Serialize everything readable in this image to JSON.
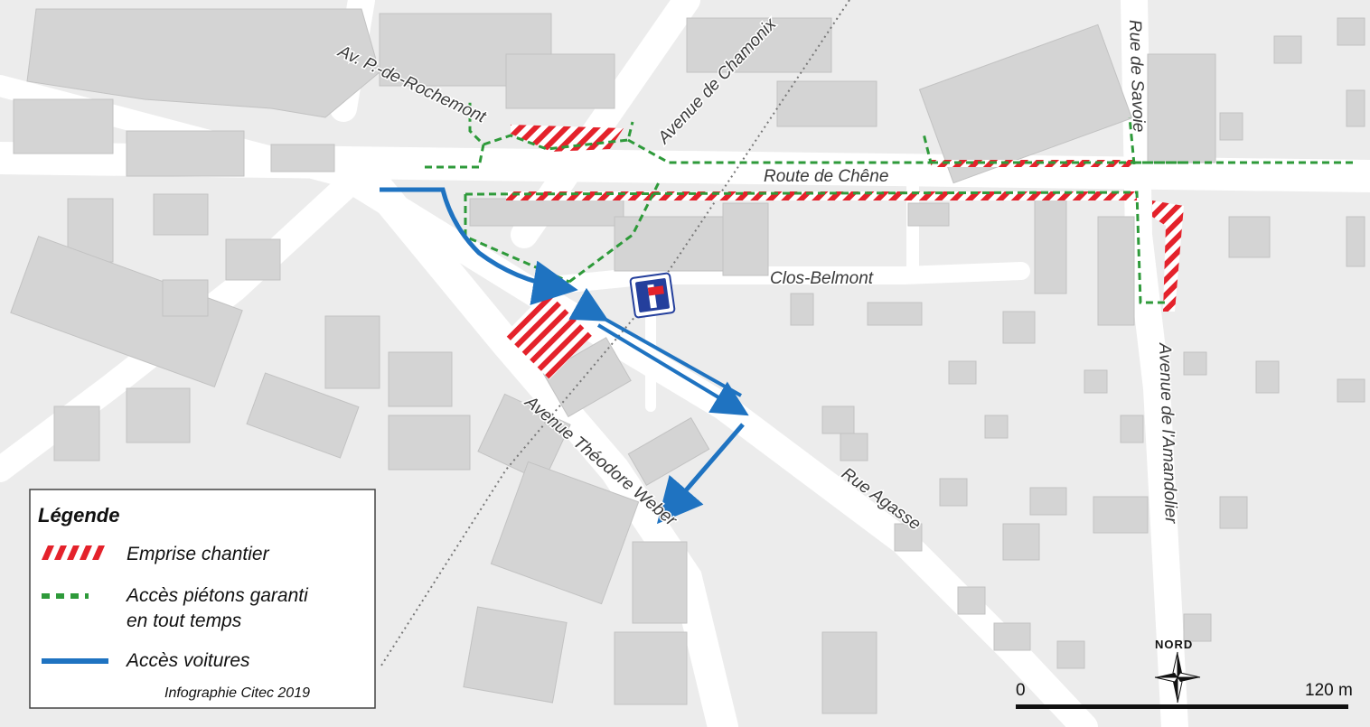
{
  "streets": {
    "rochemont": "Av. P.-de-Rochemont",
    "chamonix": "Avenue de Chamonix",
    "savoie": "Rue de Savoie",
    "chene": "Route de Chêne",
    "closBelmont": "Clos-Belmont",
    "theodoreWeber": "Avenue Théodore Weber",
    "agasse": "Rue Agasse",
    "amandolier": "Avenue de l'Amandolier"
  },
  "legend": {
    "title": "Légende",
    "items": [
      {
        "label": "Emprise chantier",
        "symbol": "red-white-hatch"
      },
      {
        "label_line1": "Accès piétons garanti",
        "label_line2": "en tout temps",
        "symbol": "green-dashed-line"
      },
      {
        "label": "Accès voitures",
        "symbol": "blue-solid-line"
      }
    ],
    "credit": "Infographie Citec 2019"
  },
  "scale": {
    "start_label": "0",
    "end_label": "120 m"
  },
  "north": {
    "label": "NORD"
  },
  "sign": {
    "icon": "dead-end-sign-icon"
  },
  "colors": {
    "construction_red": "#e4222b",
    "pedestrian_green": "#2e9a3a",
    "car_blue": "#1f73c1",
    "building_gray": "#d4d4d4",
    "road_white": "#ffffff",
    "background_gray": "#ececec",
    "sign_blue": "#243f9c"
  }
}
